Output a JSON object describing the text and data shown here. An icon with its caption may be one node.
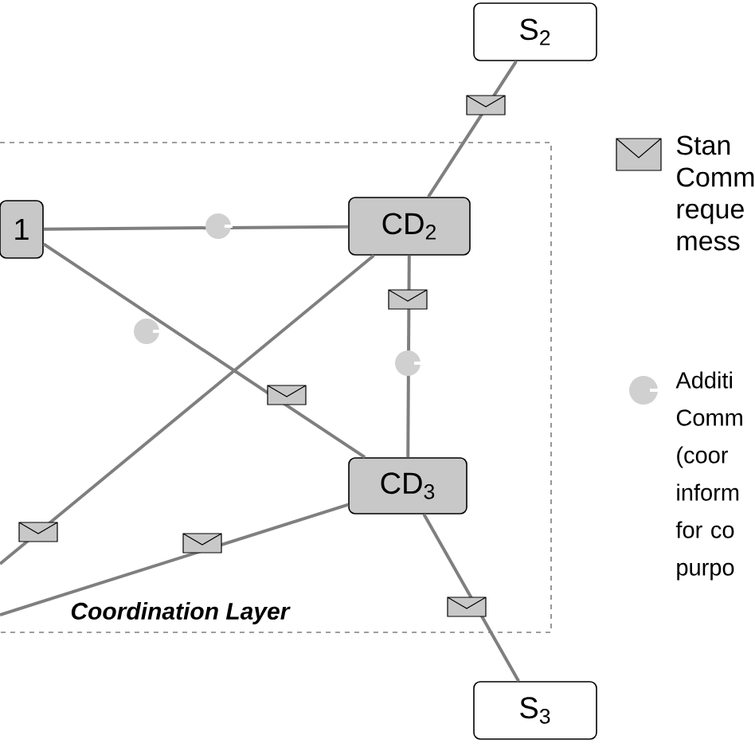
{
  "diagram": {
    "nodes": [
      {
        "text": [
          "Coordination Layer"
        ]
      },
      {
        "text": [
          "1"
        ],
        "in": 0
      },
      {
        "text": [
          "CD$_{2}$"
        ],
        "in": 0
      },
      {
        "text": [
          "CD$_{3}$"
        ],
        "in": 0
      },
      {
        "text": [
          "S$_{2}$"
        ]
      },
      {
        "text": [
          "S$_{3}$"
        ]
      }
    ],
    "edges": [
      {
        "from": 4,
        "to": 2,
        "arrow": "none"
      },
      {
        "from": 1,
        "to": 2,
        "arrow": "none"
      },
      {
        "from": 1,
        "to": 3,
        "arrow": "none"
      },
      {
        "from": 2,
        "to": 3,
        "arrow": "none"
      },
      {
        "from": null,
        "to": 2,
        "arrow": "none"
      },
      {
        "from": null,
        "to": 3,
        "arrow": "none"
      },
      {
        "from": 3,
        "to": 5,
        "arrow": "none"
      }
    ],
    "legend": [
      {
        "text": "Stan Comm reque mess"
      },
      {
        "text": "Additi Comm (coor inform for co purpo"
      }
    ]
  }
}
